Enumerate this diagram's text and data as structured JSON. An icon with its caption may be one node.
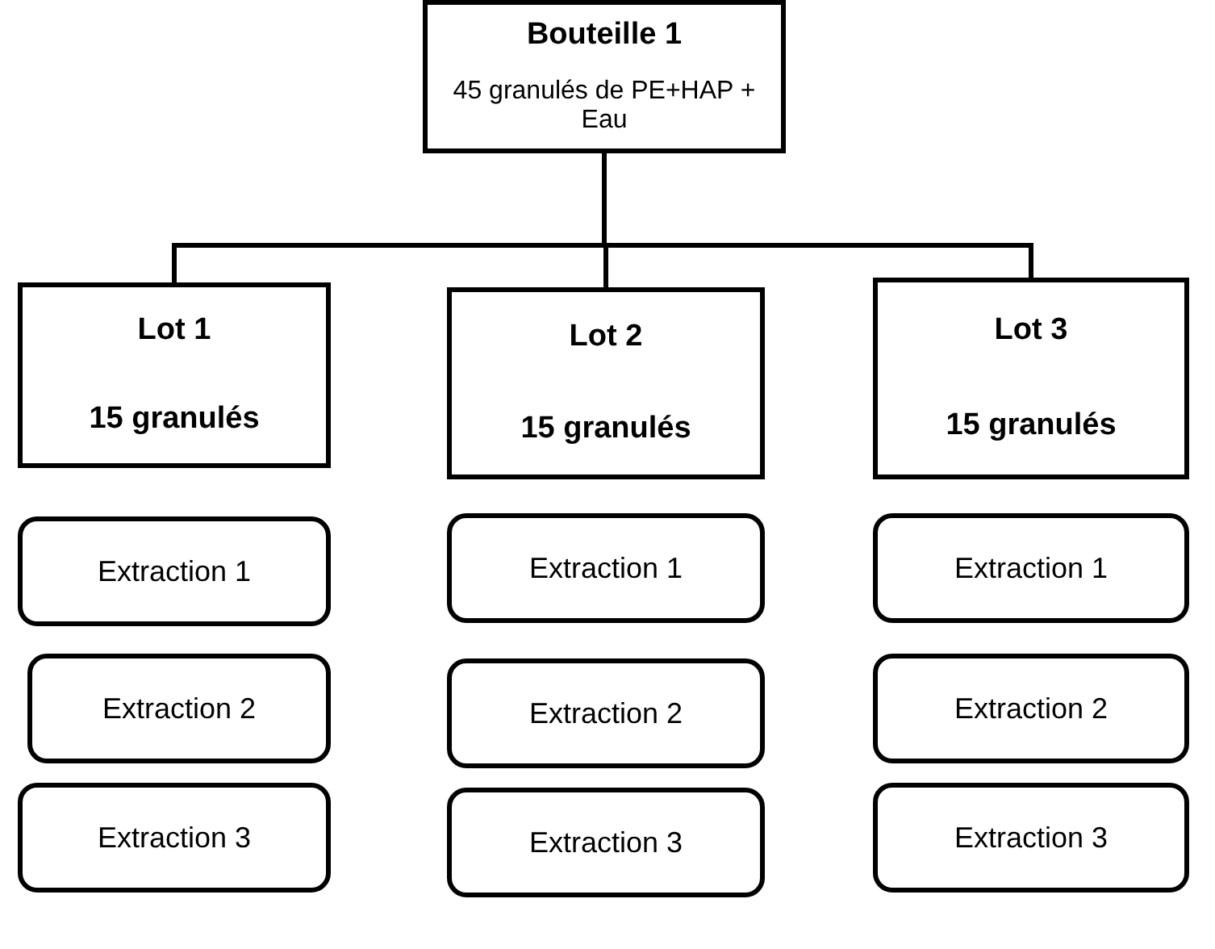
{
  "diagram": {
    "nodes": [
      {
        "text": [
          "Bouteille 1",
          "45 granulés de PE+HAP + Eau"
        ]
      },
      {
        "text": [
          "Lot 1",
          "15 granulés"
        ]
      },
      {
        "text": [
          "Lot 2",
          "15 granulés"
        ]
      },
      {
        "text": [
          "Lot 3",
          "15 granulés"
        ]
      },
      {
        "text": [
          "Extraction 1"
        ]
      },
      {
        "text": [
          "Extraction 1"
        ]
      },
      {
        "text": [
          "Extraction 1"
        ]
      },
      {
        "text": [
          "Extraction 2"
        ]
      },
      {
        "text": [
          "Extraction 2"
        ]
      },
      {
        "text": [
          "Extraction 2"
        ]
      },
      {
        "text": [
          "Extraction 3"
        ]
      },
      {
        "text": [
          "Extraction 3"
        ]
      },
      {
        "text": [
          "Extraction 3"
        ]
      }
    ],
    "edges": [
      {
        "from": 0,
        "to": 1,
        "arrow": "none"
      },
      {
        "from": 0,
        "to": 2,
        "arrow": "none"
      },
      {
        "from": 0,
        "to": 3,
        "arrow": "none"
      }
    ]
  }
}
